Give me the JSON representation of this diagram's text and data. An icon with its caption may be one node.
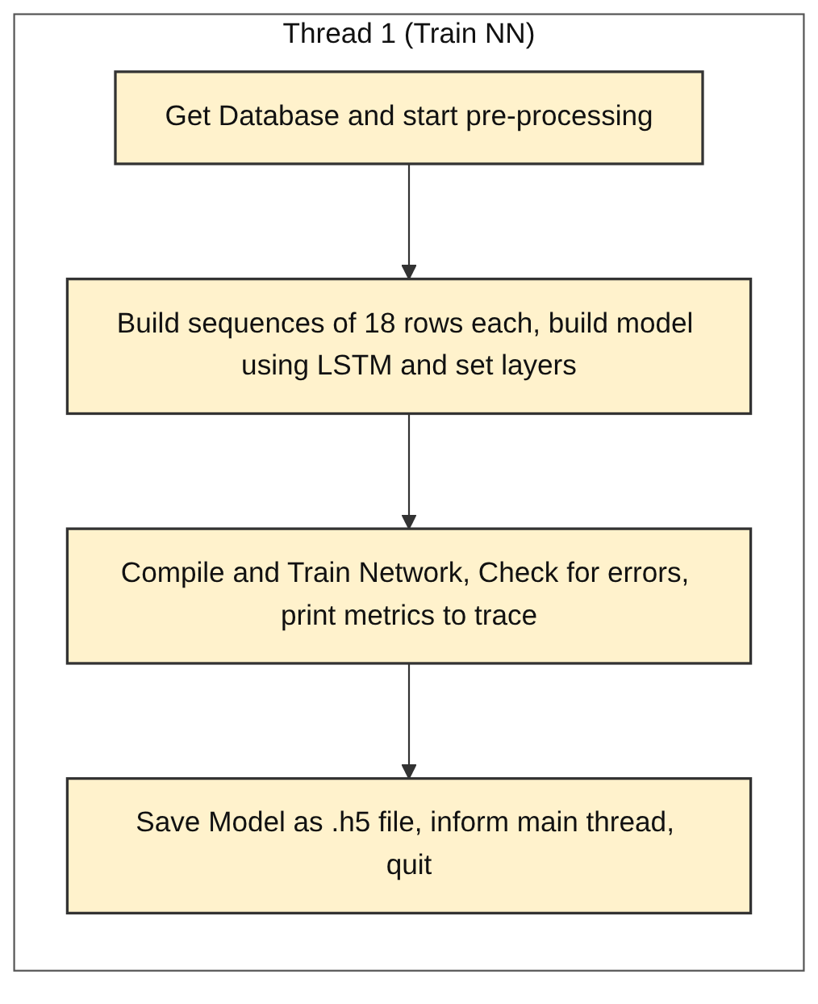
{
  "diagram": {
    "nodes": [
      {
        "text": [
          "Thread 1 (Train NN)"
        ]
      },
      {
        "text": [
          "Get Database and start pre-processing"
        ],
        "in": 0
      },
      {
        "text": [
          "Build sequences of 18 rows each, build model using LSTM and set layers"
        ],
        "in": 0
      },
      {
        "text": [
          "Compile and Train Network, Check for errors, print metrics to trace"
        ],
        "in": 0
      },
      {
        "text": [
          "Save Model as .h5 file, inform main thread, quit"
        ],
        "in": 0
      }
    ],
    "edges": [
      {
        "from": 1,
        "to": 2,
        "arrow": "to"
      },
      {
        "from": 2,
        "to": 3,
        "arrow": "to"
      },
      {
        "from": 3,
        "to": 4,
        "arrow": "to"
      }
    ]
  }
}
